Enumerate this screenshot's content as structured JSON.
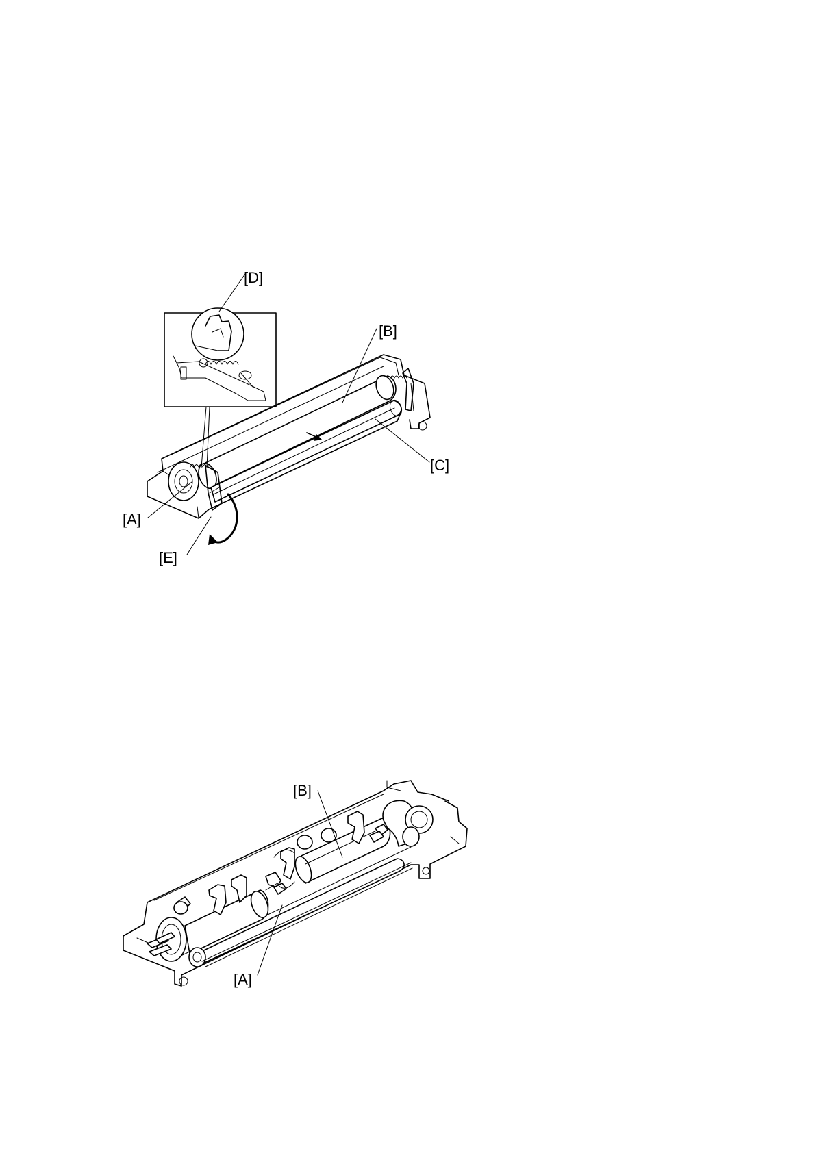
{
  "figure_top": {
    "labels": {
      "a": "[A]",
      "b": "[B]",
      "c": "[C]",
      "d": "[D]",
      "e": "[E]"
    }
  },
  "figure_bottom": {
    "labels": {
      "a": "[A]",
      "b": "[B]"
    }
  },
  "colors": {
    "line": "#000000",
    "background": "#ffffff"
  }
}
